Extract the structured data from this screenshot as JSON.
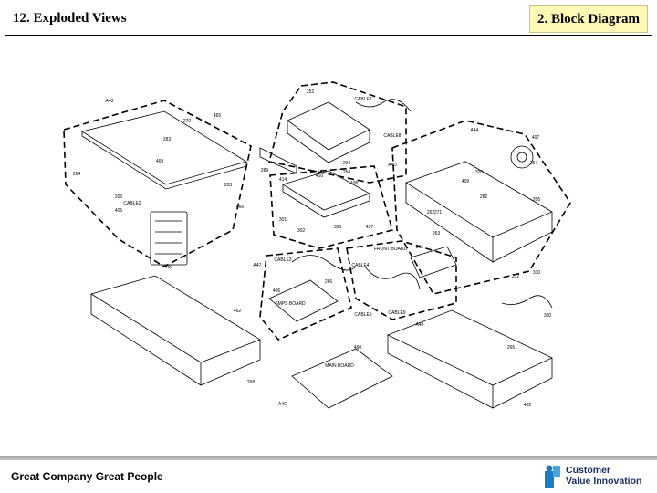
{
  "header": {
    "title": "12. Exploded Views",
    "section": "2. Block Diagram"
  },
  "footer": {
    "slogan": "Great Company Great People"
  },
  "brand": {
    "line1": "Customer",
    "line2": "Value Innovation"
  },
  "drawing": {
    "labels": [
      "A43",
      "A44",
      "A47",
      "A48",
      "A4G",
      "A4D",
      "CABLE2",
      "CABLE3",
      "CABLE4",
      "CABLE5",
      "CABLE7",
      "CABLE8",
      "CABLE9",
      "FRONT BOARD",
      "SMPS BOARD",
      "MAIN BOARD",
      "203",
      "204",
      "205",
      "206",
      "252",
      "254",
      "261",
      "262",
      "263",
      "264",
      "265",
      "266",
      "267",
      "268",
      "270",
      "271",
      "272",
      "282",
      "283",
      "289",
      "300",
      "301",
      "302",
      "303",
      "320",
      "330",
      "400",
      "405",
      "406",
      "407",
      "408",
      "409",
      "410",
      "414",
      "437",
      "460",
      "462",
      "465",
      "466",
      "469",
      "482"
    ]
  }
}
